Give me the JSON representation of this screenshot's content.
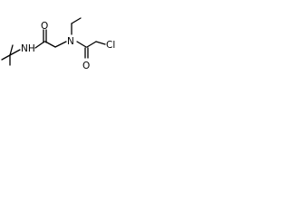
{
  "molecule": {
    "atoms": {
      "oxygen_amide": "O",
      "oxygen_chloroacetyl": "O",
      "nitrogen_amide": "NH",
      "nitrogen_tertiary": "N",
      "chlorine": "Cl"
    }
  }
}
